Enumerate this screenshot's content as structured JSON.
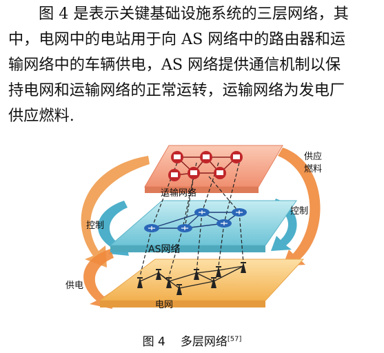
{
  "paragraph": {
    "lines": [
      "图 4 是表示关键基础设施系统的三层网络，其",
      "中，电网中的电站用于向 AS 网络中的路由器和运",
      "输网络中的车辆供电，AS 网络提供通信机制以保",
      "持电网和运输网络的正常运转，运输网络为发电厂",
      "供应燃料."
    ]
  },
  "figure": {
    "layers": {
      "transport": "运输网络",
      "as": "AS网络",
      "grid": "电网"
    },
    "arrows": {
      "supply_fuel_1": "供应",
      "supply_fuel_2": "燃料",
      "control_left": "控制",
      "control_right": "控制",
      "power_supply": "供电"
    },
    "colors": {
      "transport_layer": "#f4a58a",
      "as_layer": "#8fd3e0",
      "grid_layer": "#f6c77a",
      "orange_arrow": "#ef8a3c",
      "blue_arrow": "#3aa6c4",
      "node_red": "#c0262a",
      "node_blue": "#2a66b8"
    }
  },
  "caption": {
    "number": "图 4",
    "title": "多层网络",
    "ref": "[57]"
  }
}
